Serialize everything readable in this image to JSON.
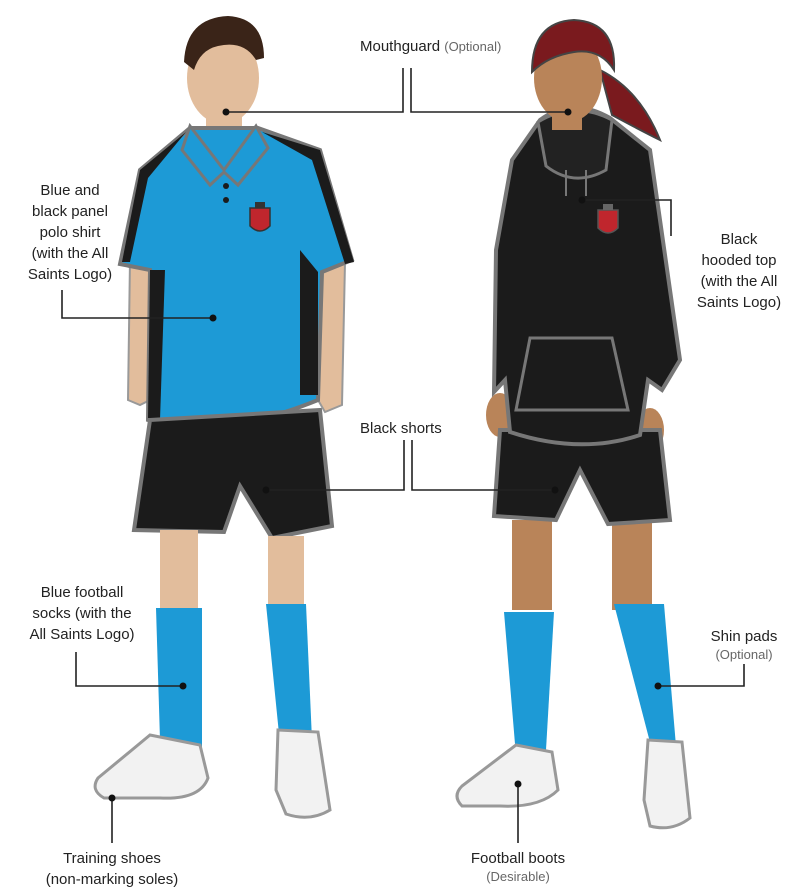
{
  "labels": {
    "mouthguard": {
      "main": "Mouthguard",
      "note": "(Optional)"
    },
    "polo": {
      "lines": [
        "Blue and",
        "black panel",
        "polo shirt",
        "(with the All",
        "Saints Logo)"
      ]
    },
    "hoodie": {
      "lines": [
        "Black",
        "hooded top",
        "(with the All",
        "Saints Logo)"
      ]
    },
    "shorts": {
      "main": "Black shorts"
    },
    "socks": {
      "lines": [
        "Blue football",
        "socks (with the",
        "All Saints Logo)"
      ]
    },
    "shinpads": {
      "main": "Shin pads",
      "note": "(Optional)"
    },
    "training_shoes": {
      "lines": [
        "Training shoes",
        "(non-marking soles)"
      ]
    },
    "football_boots": {
      "main": "Football boots",
      "note": "(Desirable)"
    }
  },
  "colors": {
    "shirt_blue": "#1d9ad6",
    "black": "#1b1b1b",
    "skin_light": "#e2bd9c",
    "skin_dark": "#b98459",
    "hair_brown": "#3a2418",
    "hair_red": "#7a1a1e",
    "outline": "#777777",
    "shoe": "#f2f2f2"
  }
}
